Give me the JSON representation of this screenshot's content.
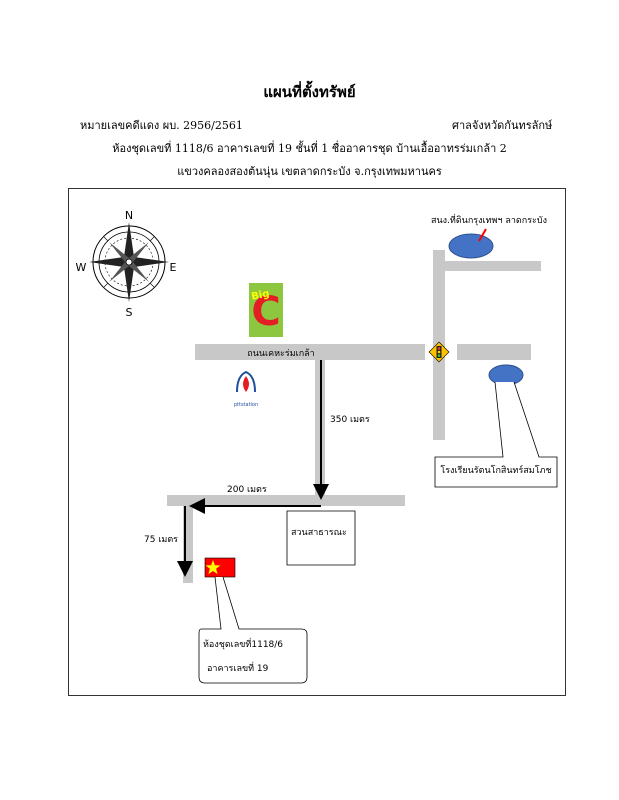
{
  "header": {
    "title": "แผนที่ตั้งทรัพย์",
    "case_label": "หมายเลขคดีแดง  ผบ.  2956/2561",
    "court": "ศาลจังหวัดกันทรลักษ์",
    "unit_line": "ห้องชุดเลขที่  1118/6 อาคารเลขที่ 19 ชั้นที่ 1 ชื่ออาคารชุด  บ้านเอื้ออาทรร่มเกล้า 2",
    "location_line": "แขวงคลองสองต้นนุ่น เขตลาดกระบัง จ.กรุงเทพมหานคร"
  },
  "compass": {
    "north": "N",
    "south": "S",
    "east": "E",
    "west": "W"
  },
  "landmarks": {
    "land_office": "สนง.ที่ดินกรุงเทพฯ ลาดกระบัง",
    "school": "โรงเรียนรัตนโกสินทร์สมโภช",
    "park": "สวนสาธารณะ",
    "bigc": "Big",
    "ptt": "pttstation"
  },
  "roads": {
    "main_road": "ถนนเคหะร่มเกล้า"
  },
  "distances": {
    "d350": "350 เมตร",
    "d200": "200 เมตร",
    "d75": "75 เมตร"
  },
  "property": {
    "unit_text": "ห้องชุดเลขที่1118/6",
    "building_text": "อาคารเลขที่ 19"
  },
  "colors": {
    "road": "#c8c8c8",
    "marker_blue": "#4472c4",
    "bigc_green": "#8dc63f",
    "bigc_red": "#e31e24",
    "flag_red": "#ff0000",
    "star_yellow": "#ffff00",
    "ptt_blue": "#1f4e9c"
  }
}
